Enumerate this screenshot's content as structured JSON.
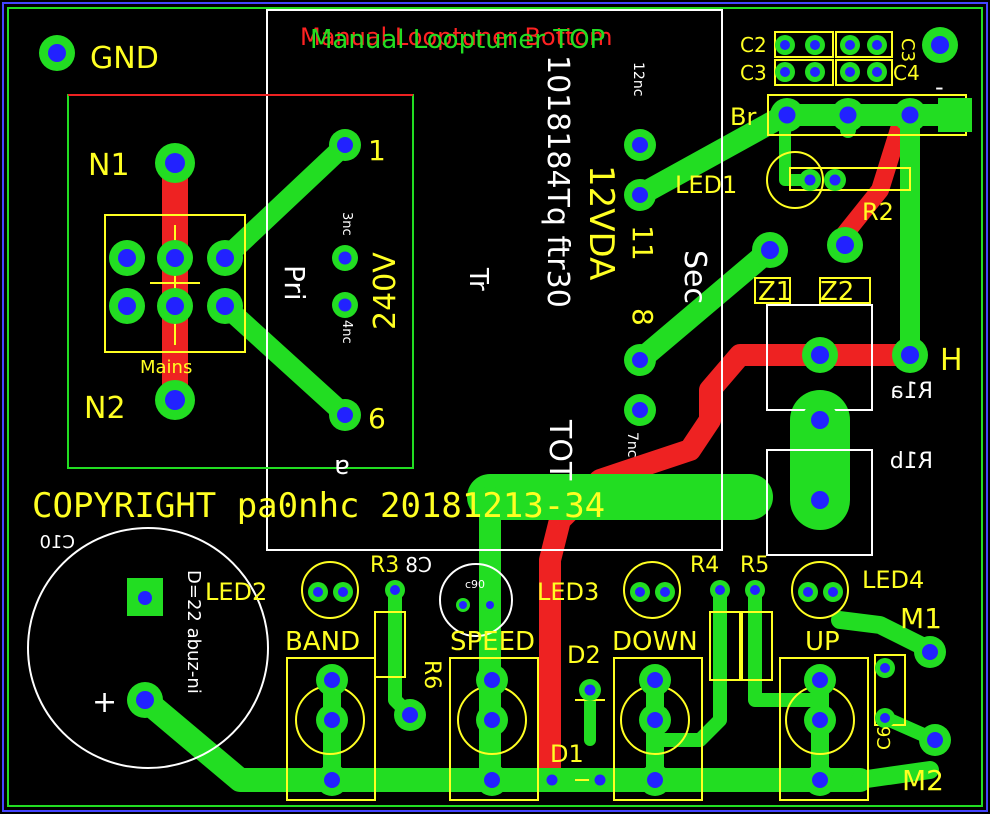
{
  "colors": {
    "background": "#000000",
    "copper_top": "#22dd22",
    "copper_bottom": "#ee2222",
    "silkscreen": "#ffff22",
    "outline": "#ffffff",
    "via": "#2222ff",
    "board_edge": "#4444ff",
    "drill": "#cc44ff",
    "red_title": "#ff2222"
  },
  "titles": {
    "green": "Manual Looptuner TOP",
    "red_overlap": "Manual Looptuner Bottom"
  },
  "copyright": "COPYRIGHT pa0nhc 20181213-34",
  "labels": {
    "gnd": "GND",
    "n1": "N1",
    "n2": "N2",
    "mains": "Mains",
    "c2": "C2",
    "c3": "C3",
    "c3v": "C3",
    "c4": "C4",
    "br": "Br",
    "led1": "LED1",
    "r2": "R2",
    "h": "H",
    "r1a": "R1a",
    "r1b": "R1b",
    "z1": "Z1",
    "z2": "Z2",
    "pin1": "1",
    "pin6": "6",
    "v240": "240V",
    "pri": "Pri",
    "n3": "3nc",
    "n4": "4nc",
    "mirror_a": "a",
    "tr": "Tr",
    "sec": "Sec",
    "n11": "11",
    "n8": "8",
    "n12": "12nc",
    "n7": "7nc",
    "sd12": "12VDA",
    "part": "1018184Tq ftr30",
    "top": "TOT",
    "c10": "C10",
    "c10val": "D=22 abuz-ni",
    "r3": "R3",
    "c8": "C8",
    "r4": "R4",
    "r5": "R5",
    "led2": "LED2",
    "led3": "LED3",
    "led4": "LED4",
    "band": "BAND",
    "speed": "SPEED",
    "down": "DOWN",
    "up": "UP",
    "d1": "D1",
    "d2": "D2",
    "m1": "M1",
    "m2": "M2",
    "c6": "C6",
    "plus": "+",
    "minus": "-",
    "r6": "R6",
    "cap_small": "c90"
  }
}
